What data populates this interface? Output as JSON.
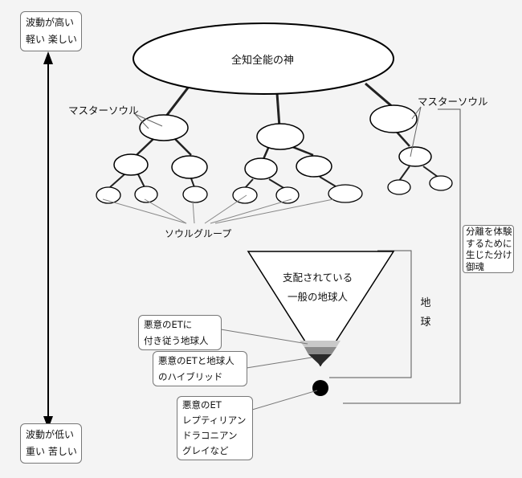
{
  "god": {
    "label": "全知全能の神"
  },
  "master_soul_labels": [
    "マスターソウル",
    "マスターソウル"
  ],
  "soul_group_label": "ソウルグループ",
  "high_vibration": {
    "line1": "波動が高い",
    "line2": "軽い 楽しい"
  },
  "low_vibration": {
    "line1": "波動が低い",
    "line2": "重い 苦しい"
  },
  "triangle_text": {
    "line1": "支配されている",
    "line2": "一般の地球人"
  },
  "earth_label": [
    "地",
    "球"
  ],
  "separation_box": [
    "分離を体験",
    "するために",
    "生じた分け",
    "御魂"
  ],
  "callouts": [
    {
      "lines": [
        "悪意のETに",
        "付き従う地球人"
      ]
    },
    {
      "lines": [
        "悪意のETと地球人",
        "のハイブリッド"
      ]
    },
    {
      "lines": [
        "悪意のET",
        "レプティリアン",
        "ドラコニアン",
        "グレイなど"
      ]
    }
  ]
}
